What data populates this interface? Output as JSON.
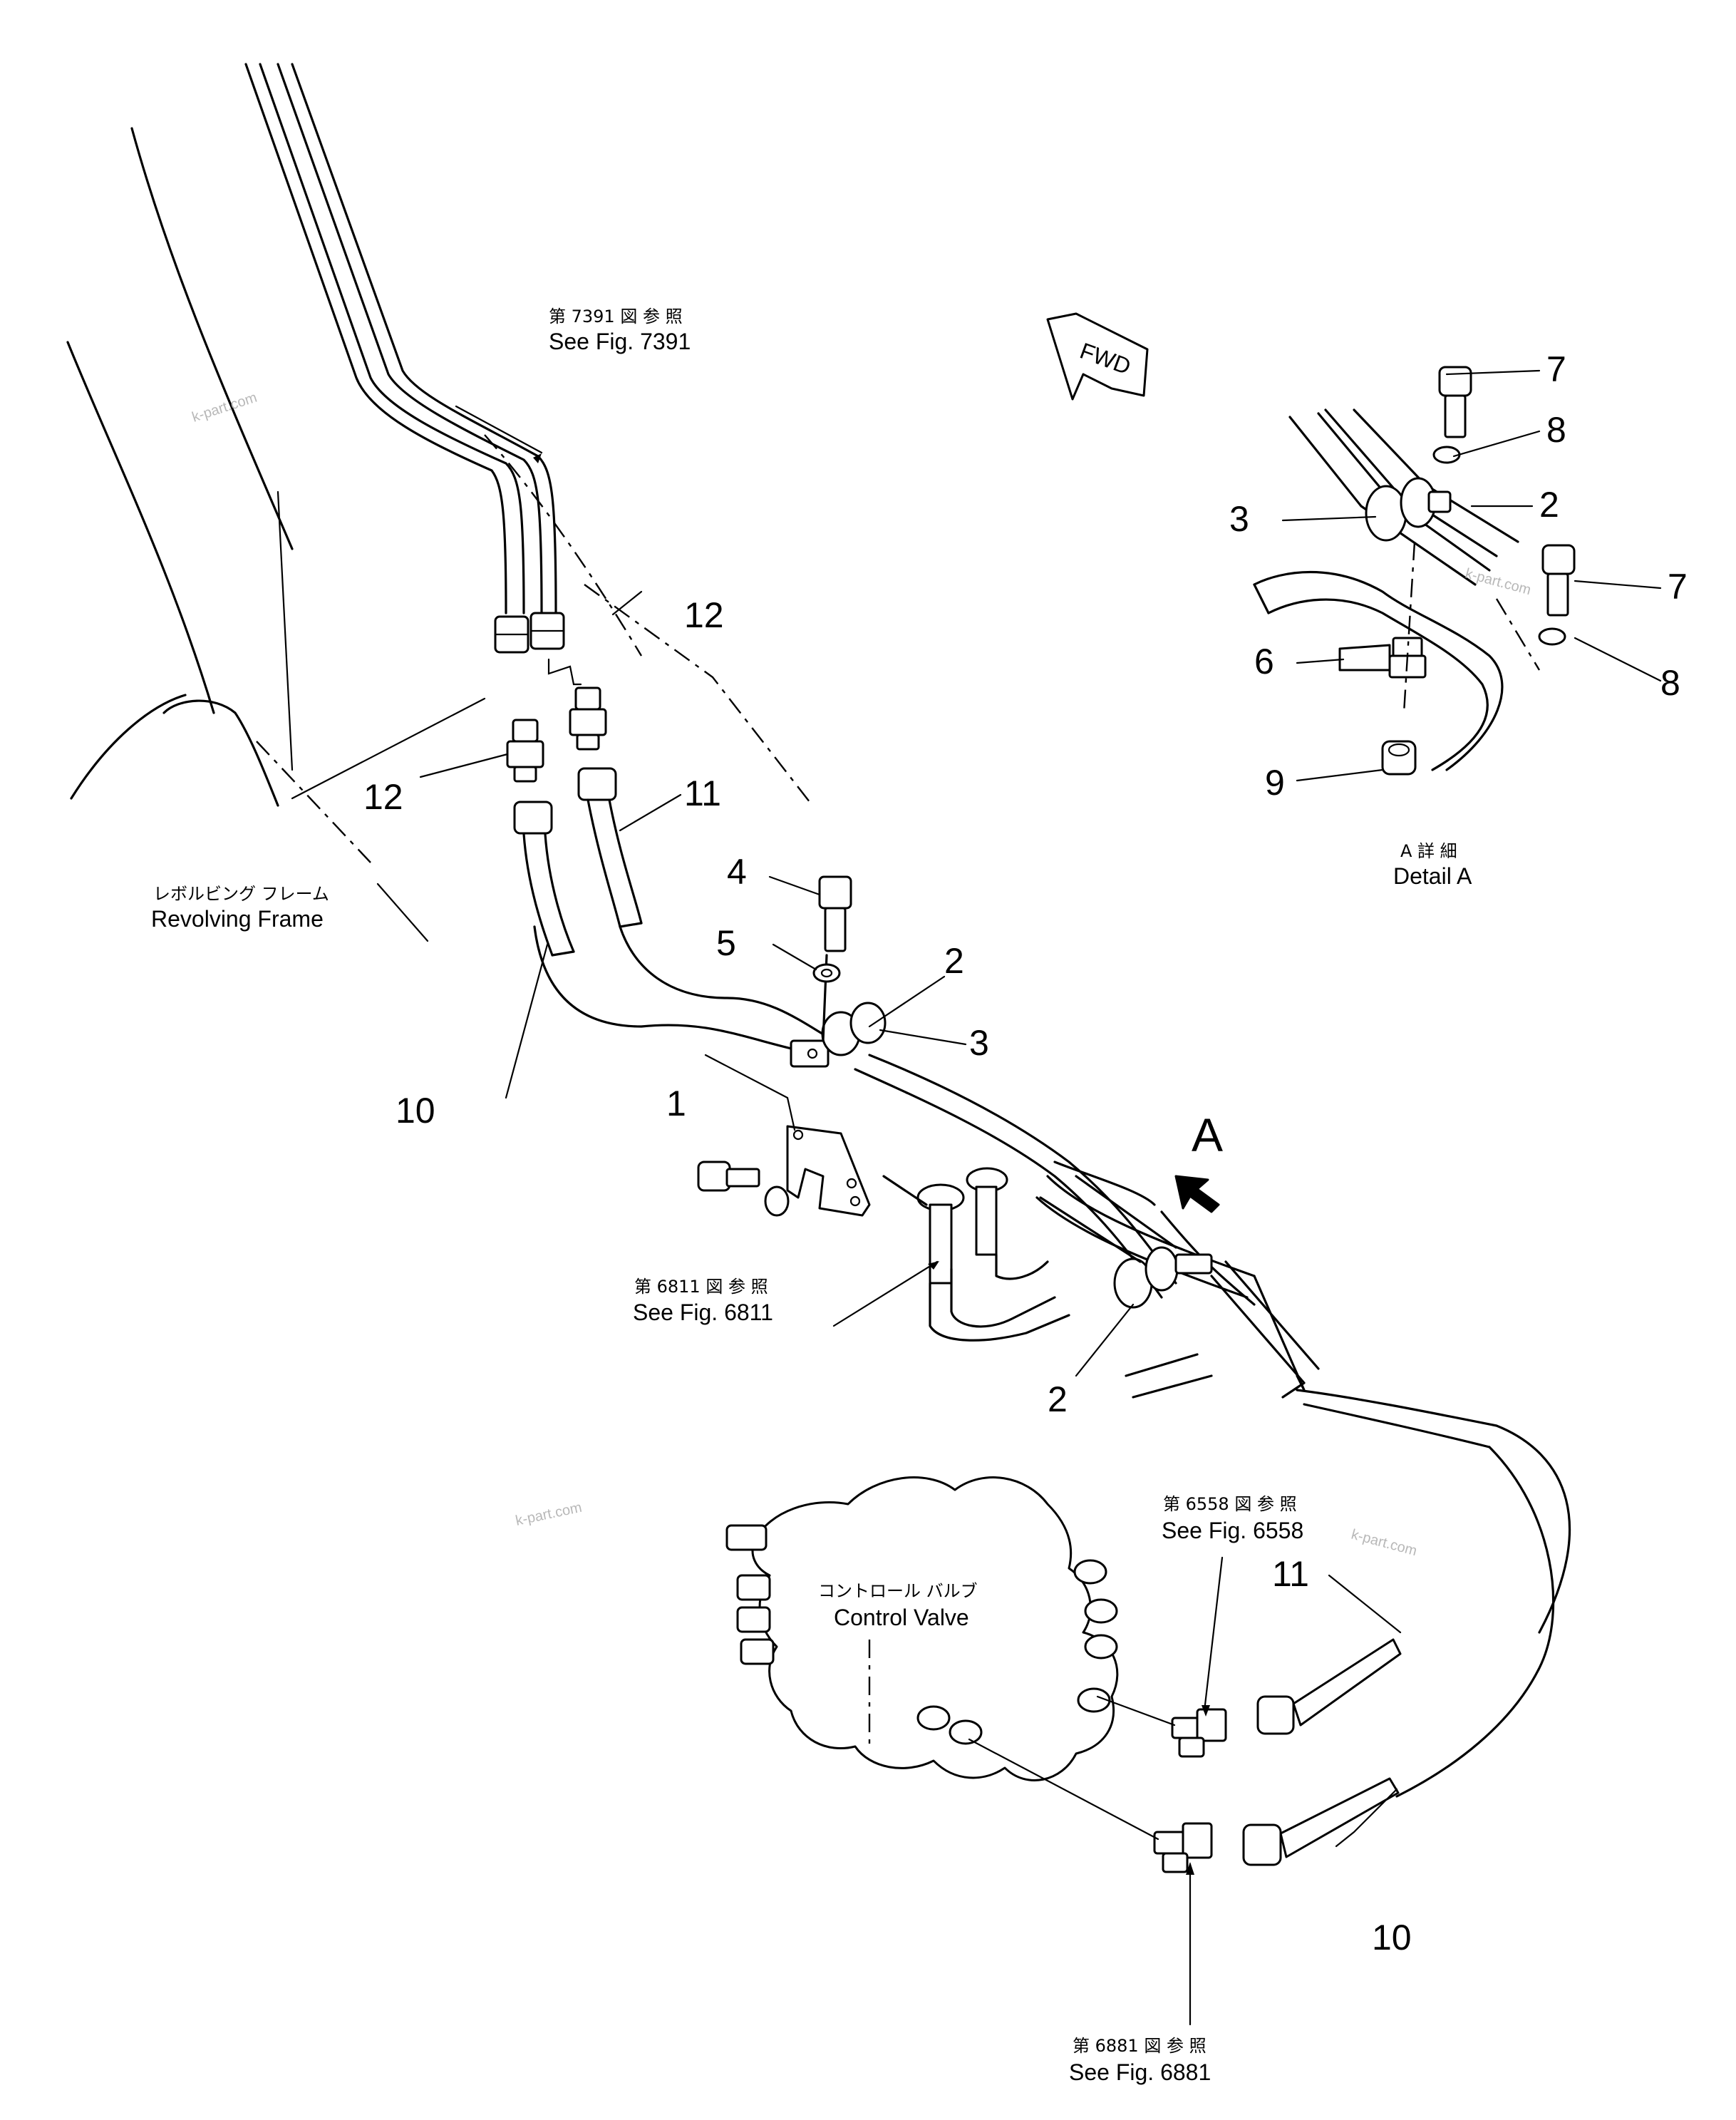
{
  "callouts": {
    "n1": "1",
    "n2a": "2",
    "n2b": "2",
    "n2c": "2",
    "n3a": "3",
    "n3b": "3",
    "n4": "4",
    "n5": "5",
    "n6": "6",
    "n7a": "7",
    "n7b": "7",
    "n8a": "8",
    "n8b": "8",
    "n9": "9",
    "n10a": "10",
    "n10b": "10",
    "n11a": "11",
    "n11b": "11",
    "n12a": "12",
    "n12b": "12"
  },
  "references": {
    "fig7391_jp": "第 7391 図 参 照",
    "fig7391_en": "See Fig. 7391",
    "fig6811_jp": "第 6811 図 参 照",
    "fig6811_en": "See Fig. 6811",
    "fig6558_jp": "第 6558 図 参 照",
    "fig6558_en": "See Fig. 6558",
    "fig6881_jp": "第 6881 図 参 照",
    "fig6881_en": "See Fig. 6881"
  },
  "labels": {
    "revolving_frame_jp": "レボルビング フレーム",
    "revolving_frame_en": "Revolving Frame",
    "control_valve_jp": "コントロール バルブ",
    "control_valve_en": "Control Valve",
    "detail_jp": "A 詳 細",
    "detail_en": "Detail A",
    "view_marker": "A",
    "fwd": "FWD"
  },
  "watermarks": [
    "k-part.com",
    "k-part.com",
    "k-part.com",
    "k-part.com"
  ]
}
